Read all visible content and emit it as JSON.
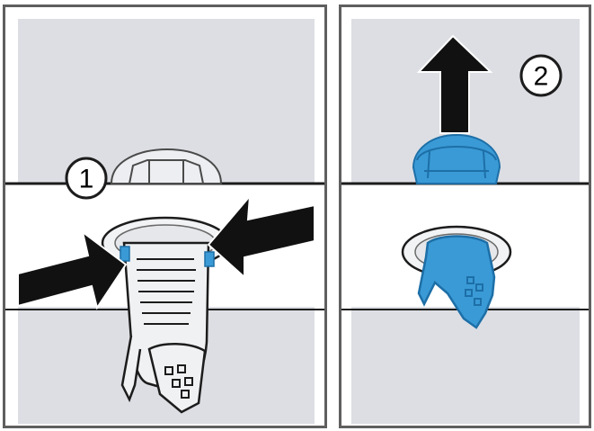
{
  "steps": [
    {
      "number": "1",
      "action": "press-clips"
    },
    {
      "number": "2",
      "action": "pull-filter-up"
    }
  ],
  "colors": {
    "frame": "#5f5f5f",
    "surface": "#dcdee3",
    "line": "#1c1c1c",
    "filter_blue": "#3a9ad6",
    "filter_blue_dark": "#1d6fa7",
    "arrow": "#111111"
  },
  "icons": [
    "arrow-right-icon",
    "arrow-left-icon",
    "arrow-up-icon"
  ]
}
